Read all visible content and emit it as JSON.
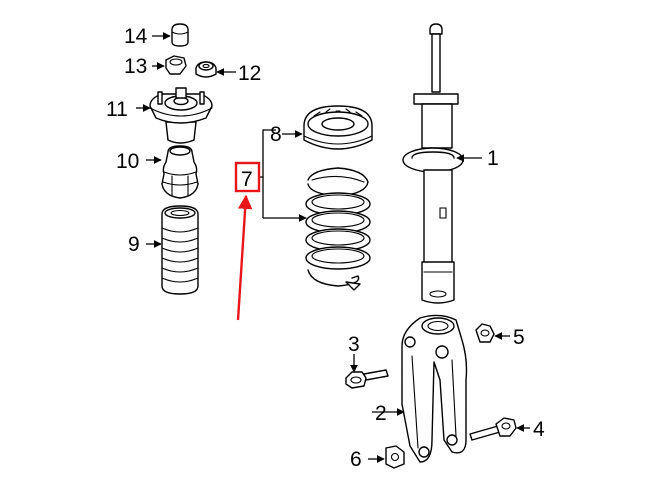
{
  "callouts": [
    {
      "id": "1",
      "text": "1"
    },
    {
      "id": "2",
      "text": "2"
    },
    {
      "id": "3",
      "text": "3"
    },
    {
      "id": "4",
      "text": "4"
    },
    {
      "id": "5",
      "text": "5"
    },
    {
      "id": "6",
      "text": "6"
    },
    {
      "id": "7",
      "text": "7"
    },
    {
      "id": "8",
      "text": "8"
    },
    {
      "id": "9",
      "text": "9"
    },
    {
      "id": "10",
      "text": "10"
    },
    {
      "id": "11",
      "text": "11"
    },
    {
      "id": "12",
      "text": "12"
    },
    {
      "id": "13",
      "text": "13"
    },
    {
      "id": "14",
      "text": "14"
    }
  ],
  "highlight": {
    "callout": "7",
    "color": "#e8161b"
  },
  "colors": {
    "line": "#000000",
    "background": "#ffffff"
  }
}
